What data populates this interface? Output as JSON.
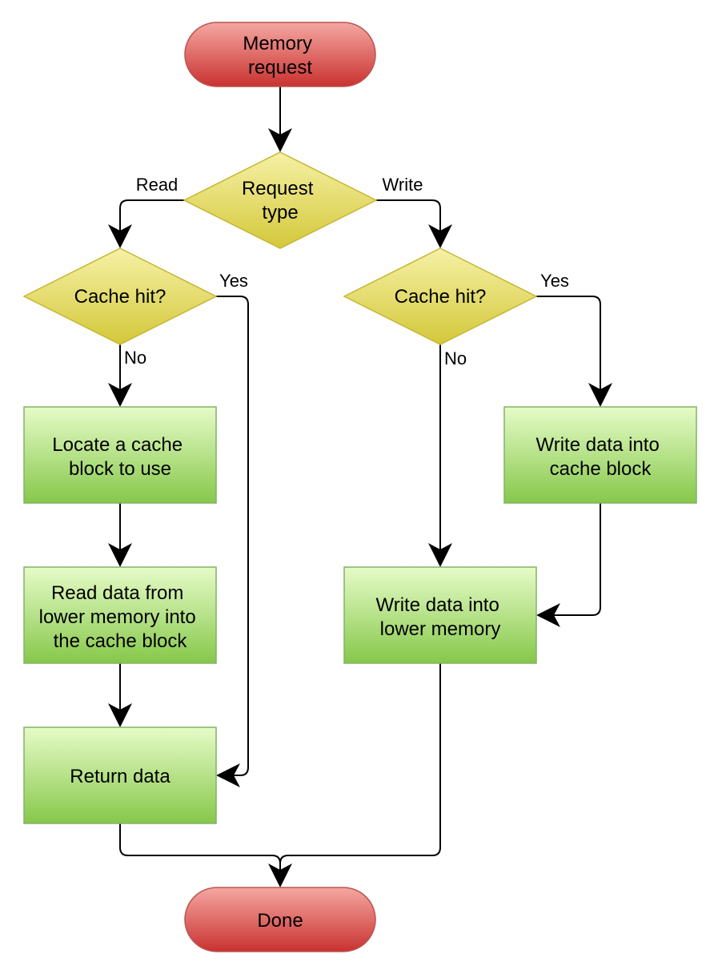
{
  "colors": {
    "terminal_top": "#f5a7a2",
    "terminal_bottom": "#c93230",
    "terminal_stroke": "#b85450",
    "decision_top": "#f6f1a6",
    "decision_bottom": "#d3c83a",
    "decision_stroke": "#c5b738",
    "process_top": "#e6fbc8",
    "process_bottom": "#86c84a",
    "process_stroke": "#82b366",
    "line": "#000000"
  },
  "nodes": {
    "start": {
      "lines": [
        "Memory",
        "request"
      ]
    },
    "request_type": {
      "lines": [
        "Request",
        "type"
      ]
    },
    "read_cache_hit": {
      "lines": [
        "Cache hit?"
      ]
    },
    "write_cache_hit": {
      "lines": [
        "Cache hit?"
      ]
    },
    "locate_block": {
      "lines": [
        "Locate a cache",
        "block to use"
      ]
    },
    "read_from_lower": {
      "lines": [
        "Read data from",
        "lower memory into",
        "the cache block"
      ]
    },
    "return_data": {
      "lines": [
        "Return data"
      ]
    },
    "write_into_cache": {
      "lines": [
        "Write data into",
        "cache block"
      ]
    },
    "write_into_lower": {
      "lines": [
        "Write data into",
        "lower memory"
      ]
    },
    "done": {
      "lines": [
        "Done"
      ]
    }
  },
  "edge_labels": {
    "read": "Read",
    "write": "Write",
    "read_yes": "Yes",
    "read_no": "No",
    "write_yes": "Yes",
    "write_no": "No"
  }
}
